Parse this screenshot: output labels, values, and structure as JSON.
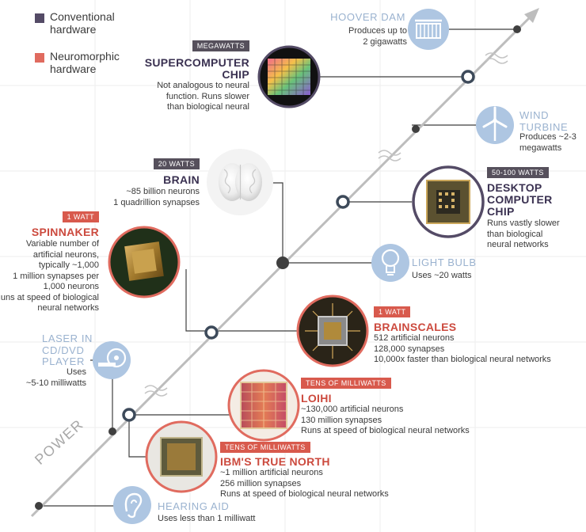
{
  "legend": {
    "conventional": {
      "label_line1": "Conventional",
      "label_line2": "hardware",
      "color": "#544b66"
    },
    "neuromorphic": {
      "label_line1": "Neuromorphic",
      "label_line2": "hardware",
      "color": "#e06b5f"
    }
  },
  "axis": {
    "label": "POWER"
  },
  "items": {
    "hoover_dam": {
      "title": "HOOVER DAM",
      "desc": [
        "Produces up to",
        "2 gigawatts"
      ],
      "icon": "dam-icon"
    },
    "supercomputer_chip": {
      "badge": "MEGAWATTS",
      "title": [
        "SUPERCOMPUTER",
        "CHIP"
      ],
      "desc": [
        "Not analogous to neural",
        "function. Runs slower",
        "than biological neural"
      ],
      "category": "conventional"
    },
    "wind_turbine": {
      "title": [
        "WIND",
        "TURBINE"
      ],
      "desc": [
        "Produces ~2-3",
        "megawatts"
      ],
      "icon": "wind-turbine-icon"
    },
    "brain": {
      "badge": "20 WATTS",
      "title": "BRAIN",
      "desc": [
        "~85 billion neurons",
        "1 quadrillion synapses"
      ]
    },
    "desktop_chip": {
      "badge": "50-100 WATTS",
      "title": [
        "DESKTOP",
        "COMPUTER",
        "CHIP"
      ],
      "desc": [
        "Runs vastly slower",
        "than biological",
        "neural networks"
      ],
      "category": "conventional"
    },
    "spinnaker": {
      "badge": "1 WATT",
      "title": "SPINNAKER",
      "desc": [
        "Variable number of",
        "artificial neurons,",
        "typically ~1,000",
        "1 million synapses per",
        "1,000 neurons",
        "Runs at speed of biological",
        "neural networks"
      ],
      "category": "neuromorphic"
    },
    "light_bulb": {
      "title": "LIGHT BULB",
      "desc": [
        "Uses ~20 watts"
      ],
      "icon": "light-bulb-icon"
    },
    "brainscales": {
      "badge": "1 WATT",
      "title": "BRAINSCALES",
      "desc": [
        "512 artificial neurons",
        "128,000 synapses",
        "10,000x faster than biological neural networks"
      ],
      "category": "neuromorphic"
    },
    "laser": {
      "title": [
        "LASER IN",
        "CD/DVD",
        "PLAYER"
      ],
      "desc": [
        "Uses",
        "~5-10 milliwatts"
      ],
      "icon": "cd-laser-icon"
    },
    "loihi": {
      "badge": "TENS OF MILLIWATTS",
      "title": "LOIHI",
      "desc": [
        "~130,000 artificial neurons",
        "130 million synapses",
        "Runs at speed of biological neural networks"
      ],
      "category": "neuromorphic"
    },
    "true_north": {
      "badge": "TENS OF MILLIWATTS",
      "title": "IBM'S TRUE NORTH",
      "desc": [
        "~1 million artificial neurons",
        "256 million synapses",
        "Runs at speed of biological neural networks"
      ],
      "category": "neuromorphic"
    },
    "hearing_aid": {
      "title": "HEARING AID",
      "desc": [
        "Uses less than 1 milliwatt"
      ],
      "icon": "ear-icon"
    }
  }
}
